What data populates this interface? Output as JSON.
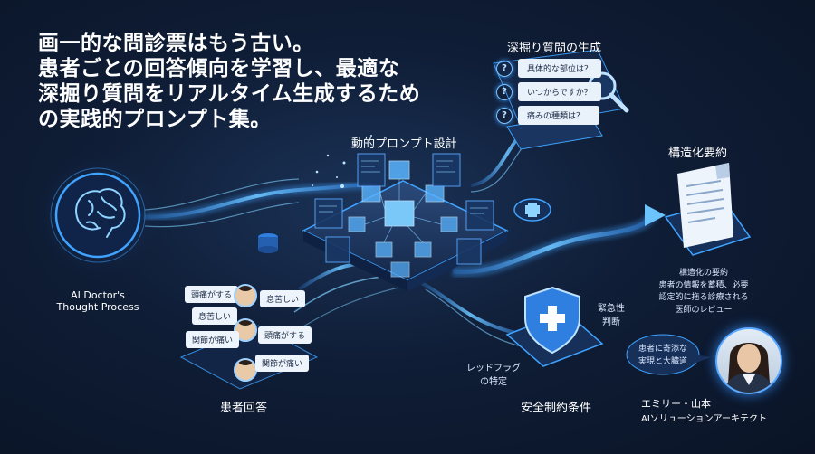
{
  "headline": {
    "lines": [
      "画一的な問診票はもう古い。",
      "患者ごとの回答傾向を学習し、最適な",
      "深掘り質問をリアルタイム生成するため",
      "の実践的プロンプト集。"
    ]
  },
  "brain": {
    "caption_line1": "AI Doctor's",
    "caption_line2": "Thought Process"
  },
  "prompt_design": {
    "label": "動的プロンプト設計"
  },
  "deep_questions": {
    "title": "深掘り質問の生成",
    "questions": [
      "具体的な部位は？",
      "いつからですか？",
      "痛みの種類は？"
    ]
  },
  "structured_summary": {
    "title": "構造化要約",
    "desc_lines": [
      "構造化の要約",
      "患者の情報を蓄積、必要",
      "認定的に拖る診療される",
      "医師のレビュー"
    ]
  },
  "patient": {
    "title": "患者回答",
    "bubbles": [
      "頭痛がする",
      "息苦しい",
      "息苦しい",
      "頭痛がする",
      "関節が痛い",
      "関節が痛い"
    ]
  },
  "safety": {
    "title": "安全制約条件",
    "urgency_line1": "緊急性",
    "urgency_line2": "判断",
    "red_flag_line1": "レッドフラグ",
    "red_flag_line2": "の特定"
  },
  "author": {
    "speech_line1": "患者に寄添な",
    "speech_line2": "実現と大臓道",
    "name": "エミリー・山本",
    "role": "AIソリューションアーキテクト"
  },
  "colors": {
    "accent": "#3fa3ff",
    "glow": "#7fd0ff",
    "background": "#0f1d36"
  }
}
